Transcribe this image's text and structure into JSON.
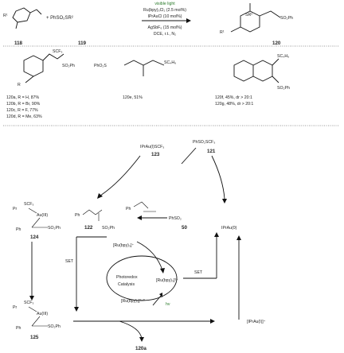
{
  "reaction": {
    "conditions": {
      "light": "visible light",
      "photocatalyst": "Ru(bpy)₃Cl₂ (2.5 mol%)",
      "gold_catalyst": "IPrAuCl (10 mol%)",
      "additive": "AgSbF₆ (15 mol%)",
      "solvent": "DCE, r.t., N₂"
    },
    "reagent": "+ PhSO₂SR²",
    "r1_label": "R¹",
    "product_r2": "SR²",
    "product_so2ph": "SO₂Ph",
    "substrate_id": "118",
    "reagent_id": "119",
    "product_id": "120"
  },
  "examples": {
    "scf3": "SCF₃",
    "so2ph": "SO₂Ph",
    "phso2s": "PhO₂S",
    "sc4h9": "SC₄H₉",
    "r": "R",
    "list_120a_d": [
      "120a, R = H, 87%",
      "120b, R = Br, 90%",
      "120c, R = F, 77%",
      "120d, R = Me, 63%"
    ],
    "e_120e": "120e, 51%",
    "e_120f": "120f, 45%, dr > 20:1",
    "e_120g": "120g, 48%, dr > 20:1"
  },
  "mechanism": {
    "iprau_scf3": "IPrAu(I)SCF₃",
    "id_123": "123",
    "phso2scf3": "PhSO₂SCF₃",
    "id_121": "121",
    "ph": "Ph",
    "ph_arr": "Ph",
    "scf3": "SCF₃",
    "au_iii": "Au(III)",
    "so2ph": "SO₂Ph",
    "id_124": "124",
    "id_122": "122",
    "so2ph_122": "SO₂Ph",
    "phso2_radical": "PhSO₂",
    "id_50": "50",
    "ipr_au_0": "IPrAu(0)",
    "ru_bpy3_plus": "[Ru(bpy)₃]⁺",
    "set_left": "SET",
    "set_right": "SET",
    "photoredox": "Photoredox",
    "catalysis": "Catalysis",
    "ru_bpy3_2plus": "[Ru(bpy)₃]²⁺",
    "ru_bpy3_2plus_star": "[Ru(bpy)₃]²⁺*",
    "hv": "hv",
    "ipr_au_i_plus": "[IPrAu(I)]⁺",
    "id_125": "125",
    "id_120a": "120a",
    "pr_label": "Pr"
  }
}
